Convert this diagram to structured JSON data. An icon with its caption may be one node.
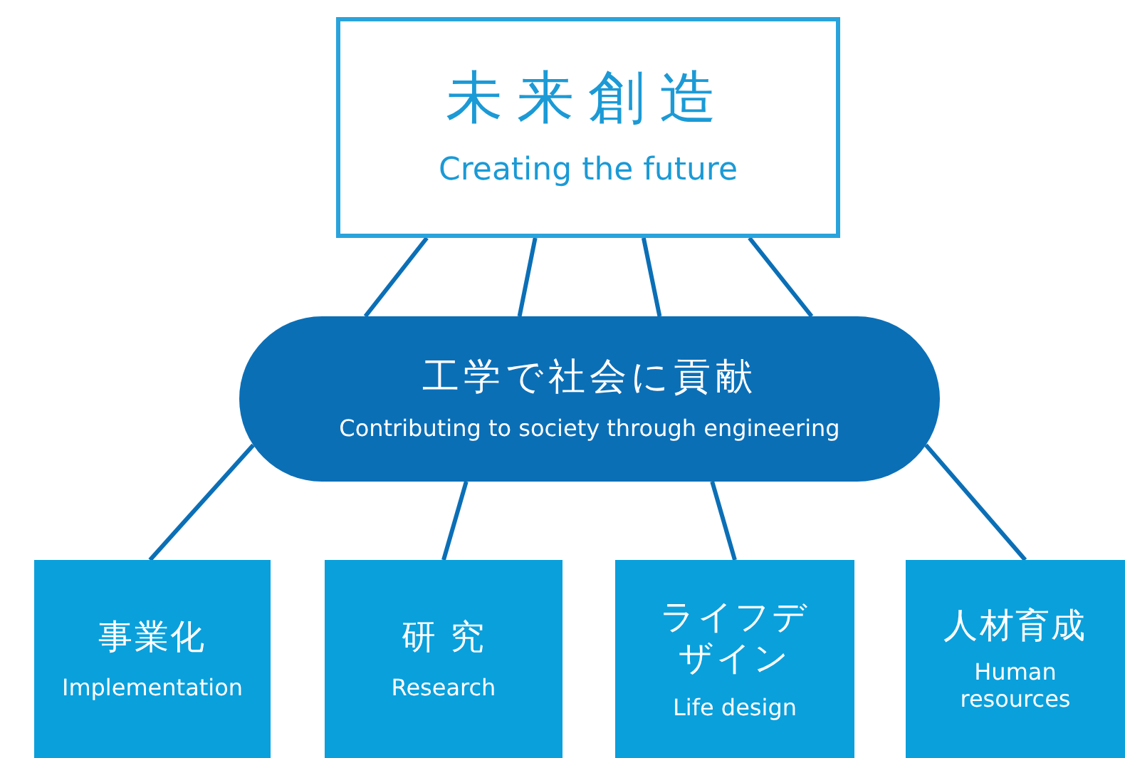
{
  "diagram": {
    "nodes": [
      {
        "text": [
          "未来創造",
          "Creating the future"
        ]
      },
      {
        "text": [
          "工学で社会に貢献",
          "Contributing to society through engineering"
        ]
      },
      {
        "text": [
          "事業化",
          "Implementation"
        ]
      },
      {
        "text": [
          "研 究",
          "Research"
        ]
      },
      {
        "text": [
          "ライフデザイン",
          "Life design"
        ]
      },
      {
        "text": [
          "人材育成",
          "Human resources"
        ]
      }
    ],
    "edges": [
      {
        "from": 0,
        "to": 1,
        "arrow": "none"
      },
      {
        "from": 0,
        "to": 1,
        "arrow": "none"
      },
      {
        "from": 0,
        "to": 1,
        "arrow": "none"
      },
      {
        "from": 0,
        "to": 1,
        "arrow": "none"
      },
      {
        "from": 1,
        "to": 2,
        "arrow": "none"
      },
      {
        "from": 1,
        "to": 3,
        "arrow": "none"
      },
      {
        "from": 1,
        "to": 4,
        "arrow": "none"
      },
      {
        "from": 1,
        "to": 5,
        "arrow": "none"
      }
    ]
  }
}
